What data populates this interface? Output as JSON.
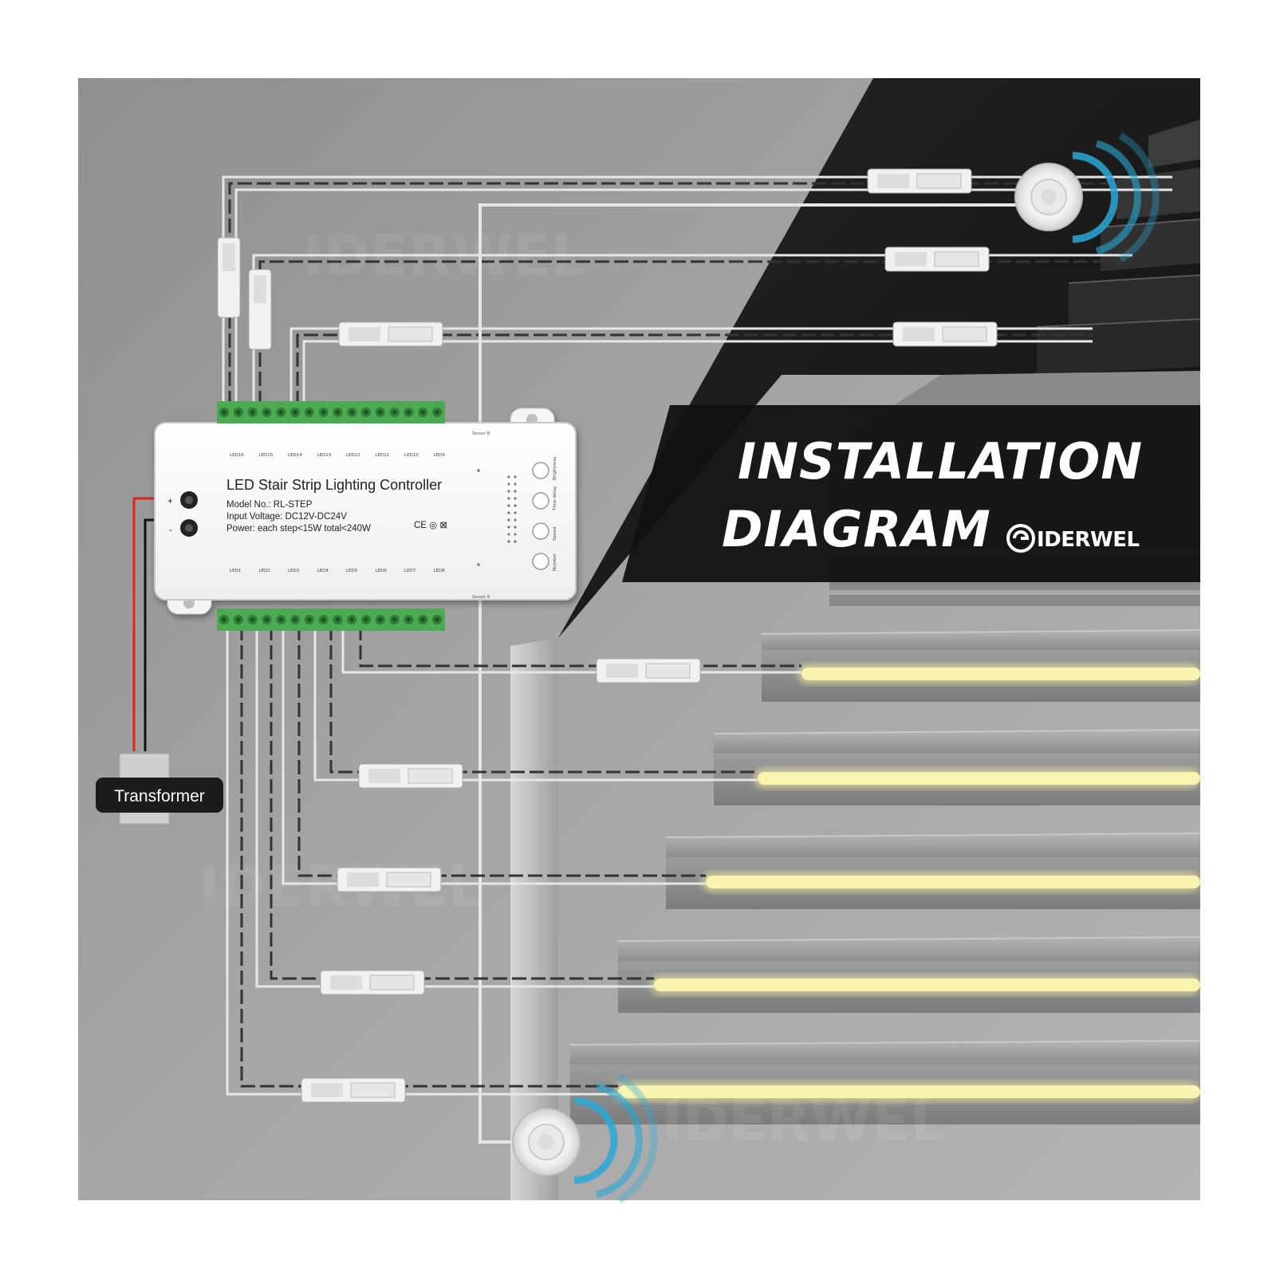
{
  "title": {
    "line1": "INSTALLATION",
    "line2": "DIAGRAM",
    "brand": "IDERWEL"
  },
  "controller": {
    "name": "LED Stair Strip Lighting Controller",
    "model": "Model No.: RL-STEP",
    "input_voltage": "Input Voltage: DC12V-DC24V",
    "power": "Power: each step<15W    total<240W",
    "cert_marks": "CE ◎ ⊠",
    "sensor_top": "Sensor B",
    "sensor_bottom": "Sensor A",
    "plus": "+",
    "minus": "-",
    "buttons": [
      {
        "label": "Brightness"
      },
      {
        "label": "Time delay"
      },
      {
        "label": "Speed"
      },
      {
        "label": "Number"
      }
    ],
    "led_top_labels": [
      "LED16",
      "LED15",
      "LED14",
      "LED13",
      "LED12",
      "LED11",
      "LED10",
      "LED9"
    ],
    "led_bottom_labels": [
      "LED1",
      "LED2",
      "LED3",
      "LED4",
      "LED5",
      "LED6",
      "LED7",
      "LED8"
    ]
  },
  "transformer": {
    "label": "Transformer"
  },
  "watermark": {
    "text": "IDERWEL"
  },
  "colors": {
    "background_light": "#9a9a9a",
    "background_dark": "#1f1f1f",
    "terminal_green": "#4caa52",
    "led_glow": "#f5f1a0",
    "sensor_wave": "#2aa8d6",
    "power_red": "#e0241a",
    "power_black": "#111111"
  }
}
